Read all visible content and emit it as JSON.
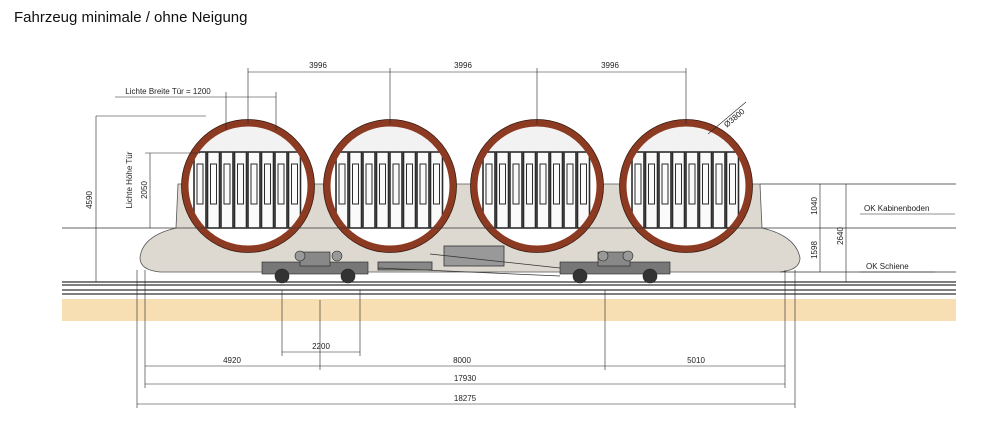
{
  "title": "Fahrzeug minimale / ohne Neigung",
  "dimensions": {
    "cabin_spacing": [
      "3996",
      "3996",
      "3996"
    ],
    "door_width": "Lichte Breite Tür = 1200",
    "door_height_label": "Lichte Höhe Tür",
    "door_height": "2050",
    "overall_height": "4590",
    "cabin_diameter": "Ø3800",
    "floor_height": "1040",
    "floor_to_rail": "1598",
    "total_height_right": "2640",
    "bogie_spacing": "2200",
    "segment_left": "4920",
    "segment_middle": "8000",
    "segment_right": "5010",
    "length_inner": "17930",
    "length_total": "18275"
  },
  "levels": {
    "cabin_floor": "OK Kabinenboden",
    "rail": "OK Schiene"
  },
  "colors": {
    "ring": "#8c3a22",
    "chassis": "#ddd9d1",
    "ground": "#f7dfb3",
    "door": "#2b2b2b"
  }
}
